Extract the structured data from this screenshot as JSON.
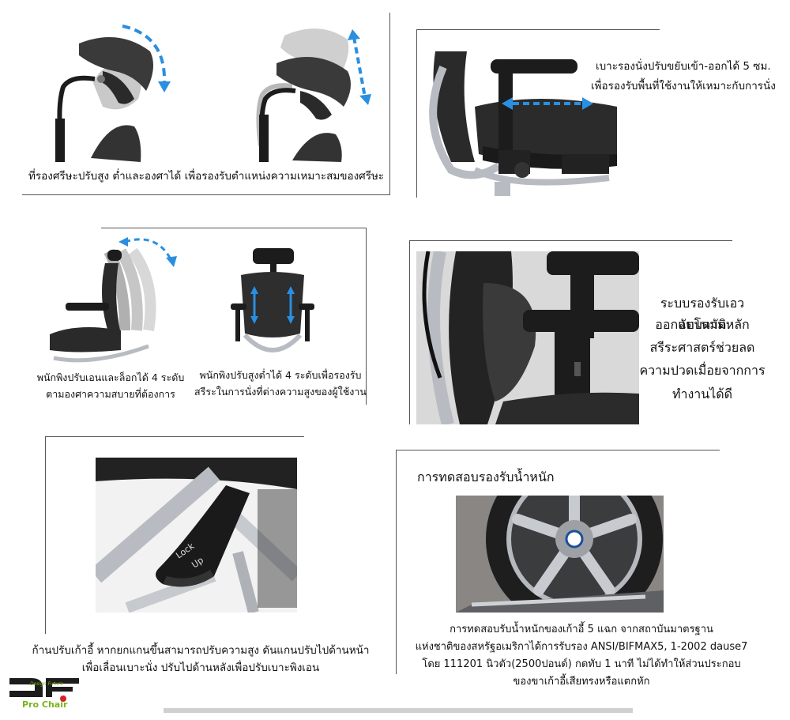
{
  "headrest": {
    "caption": "ที่รองศรีษะปรับสูง ต่ำและองศาได้ เพื่อรองรับตำแหน่งความเหมาะสมของศรีษะ"
  },
  "seat_slide": {
    "caption_line1": "เบาะรองนั่งปรับขยับเข้า-ออกได้ 5 ซม.",
    "caption_line2": "เพื่อรองรับพื้นที่ใช้งานให้เหมาะกับการนั่ง"
  },
  "recline": {
    "caption_line1": "พนักพิงปรับเอนและล็อกได้ 4 ระดับ",
    "caption_line2": "ตามองศาความสบายที่ต้องการ"
  },
  "backrest_height": {
    "caption_line1": "พนักพิงปรับสูงต่ำได้ 4 ระดับเพื่อรองรับ",
    "caption_line2": "สรีระในการนั่งที่ต่างความสูงของผู้ใช้งาน"
  },
  "lumbar": {
    "lines": [
      "ระบบรองรับเอวอัตโนมัติ",
      "ออกแบบตามหลัก",
      "สรีระศาสตร์ช่วยลด",
      "ความปวดเมื่อยจากการ",
      "ทำงานได้ดี"
    ]
  },
  "lever": {
    "label_lock": "Lock",
    "label_up": "Up",
    "caption_line1": "ก้านปรับเก้าอี้ หากยกแกนขึ้นสามารถปรับความสูง ดันแกนปรับไปด้านหน้า",
    "caption_line2": "เพื่อเลื่อนเบาะนั่ง ปรับไปด้านหลังเพื่อปรับเบาะพิงเอน"
  },
  "weight_test": {
    "heading": "การทดสอบรองรับน้ำหนัก",
    "lines": [
      "การทดสอบรับน้ำหนักของเก้าอี้ 5 แฉก จากสถาบันมาตรฐาน",
      "แห่งชาติของสหรัฐอเมริกาได้การรับรอง ANSI/BIFMAX5, 1-2002 dause7",
      "โดย 111201 นิวตัว(2500ปอนด์) กดทับ 1 นาที ไม่ได้ทำให้ส่วนประกอบ",
      "ของขาเก้าอี้เสียทรงหรือแตกหัก"
    ]
  },
  "logo": {
    "mark": "DF",
    "tagline": "Design Future",
    "brand": "Pro Chair"
  },
  "colors": {
    "arrow_blue": "#2a8fe0",
    "chair_black": "#1c1c1c",
    "chrome": "#b8bcc2",
    "logo_green": "#7ab51d",
    "logo_red": "#d9202a"
  }
}
